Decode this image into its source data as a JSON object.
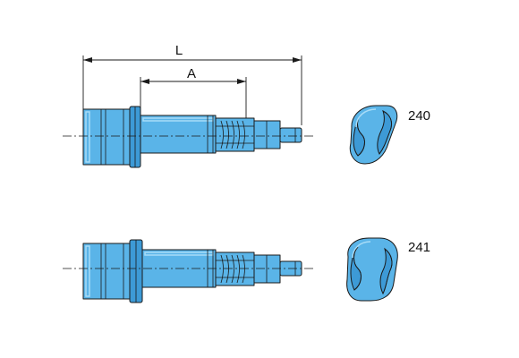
{
  "dimensions": {
    "overall_length_label": "L",
    "partial_length_label": "A"
  },
  "variants": [
    {
      "number": "240"
    },
    {
      "number": "241"
    }
  ],
  "colors": {
    "part_fill": "#5ab4e8",
    "part_shadow": "#3d9ad6",
    "outline": "#1a1a1a",
    "background": "#ffffff"
  }
}
